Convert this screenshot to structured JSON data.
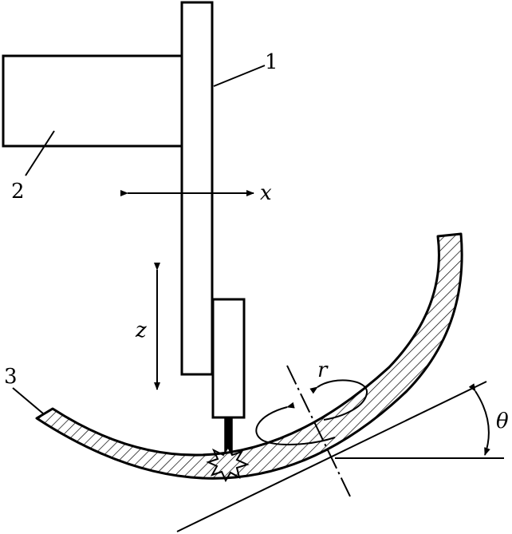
{
  "labels": {
    "part1": "1",
    "part2": "2",
    "part3": "3",
    "axis_x": "x",
    "axis_z": "z",
    "rotation_r": "r",
    "angle_theta": "θ"
  }
}
